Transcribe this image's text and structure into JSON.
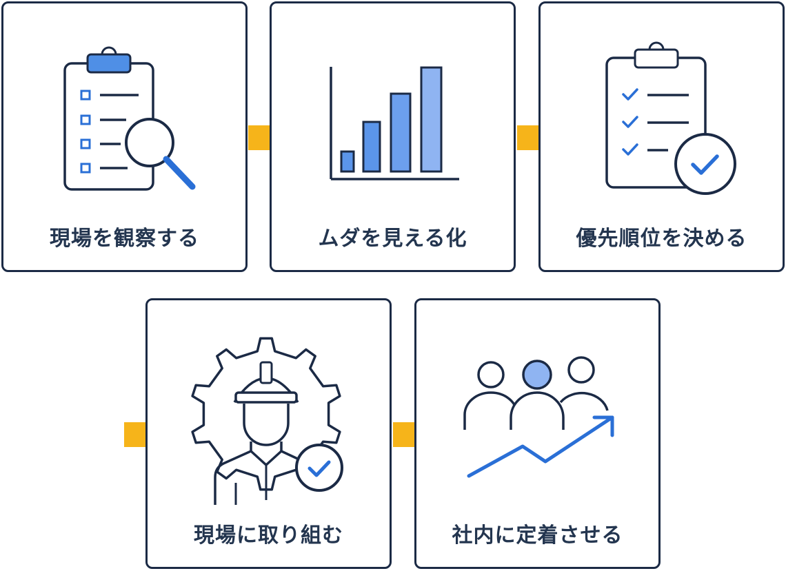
{
  "colors": {
    "border": "#1b2a45",
    "icon_stroke": "#1b2a45",
    "accent_blue": "#2a6fd6",
    "fill_blue": "#8fb4f2",
    "arrow": "#f6b41a",
    "text": "#23354f"
  },
  "steps": [
    {
      "label": "現場を観察する",
      "icon": "clipboard-magnifier-icon"
    },
    {
      "label": "ムダを見える化",
      "icon": "bar-chart-icon"
    },
    {
      "label": "優先順位を決める",
      "icon": "checklist-approved-icon"
    },
    {
      "label": "現場に取り組む",
      "icon": "worker-gear-check-icon"
    },
    {
      "label": "社内に定着させる",
      "icon": "team-growth-icon"
    }
  ]
}
